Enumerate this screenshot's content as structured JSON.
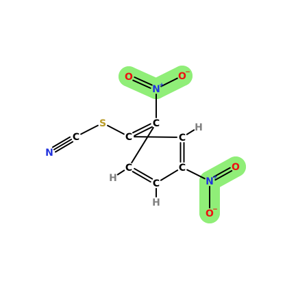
{
  "colors": {
    "background": "#ffffff",
    "bond": "#000000",
    "highlight": "#90ee78",
    "carbon": "#000000",
    "hydrogen": "#808080",
    "nitrogen": "#2233dd",
    "oxygen": "#ee1111",
    "sulfur": "#b89b28"
  },
  "atoms": [
    {
      "id": "c1",
      "label": "C",
      "element": "carbon"
    },
    {
      "id": "c2",
      "label": "C",
      "element": "carbon"
    },
    {
      "id": "c3",
      "label": "C",
      "element": "carbon"
    },
    {
      "id": "c4",
      "label": "C",
      "element": "carbon"
    },
    {
      "id": "c5",
      "label": "C",
      "element": "carbon"
    },
    {
      "id": "c6",
      "label": "C",
      "element": "carbon"
    },
    {
      "id": "s",
      "label": "S",
      "element": "sulfur"
    },
    {
      "id": "c-cn",
      "label": "C",
      "element": "carbon"
    },
    {
      "id": "n-cn",
      "label": "N",
      "element": "nitrogen"
    },
    {
      "id": "n-top",
      "label": "N",
      "charge": "+",
      "element": "nitrogen",
      "highlighted": true
    },
    {
      "id": "o-top-left",
      "label": "O",
      "element": "oxygen",
      "highlighted": true
    },
    {
      "id": "o-top-right",
      "label": "O",
      "charge": "−",
      "element": "oxygen",
      "highlighted": true
    },
    {
      "id": "n-right",
      "label": "N",
      "charge": "+",
      "element": "nitrogen",
      "highlighted": true
    },
    {
      "id": "o-right",
      "label": "O",
      "element": "oxygen",
      "highlighted": true
    },
    {
      "id": "o-bottom",
      "label": "O",
      "charge": "−",
      "element": "oxygen",
      "highlighted": true
    },
    {
      "id": "h-c3",
      "label": "H",
      "element": "hydrogen"
    },
    {
      "id": "h-c5",
      "label": "H",
      "element": "hydrogen"
    },
    {
      "id": "h-c6",
      "label": "H",
      "element": "hydrogen"
    }
  ],
  "bonds": [
    {
      "from": "c1",
      "to": "c2",
      "order": 2
    },
    {
      "from": "c2",
      "to": "c3",
      "order": 1
    },
    {
      "from": "c3",
      "to": "c4",
      "order": 2
    },
    {
      "from": "c4",
      "to": "c5",
      "order": 1
    },
    {
      "from": "c5",
      "to": "c6",
      "order": 2
    },
    {
      "from": "c6",
      "to": "c1",
      "order": 1
    },
    {
      "from": "c2",
      "to": "s",
      "order": 1
    },
    {
      "from": "s",
      "to": "c-cn",
      "order": 1
    },
    {
      "from": "c-cn",
      "to": "n-cn",
      "order": 3
    },
    {
      "from": "c1",
      "to": "n-top",
      "order": 1
    },
    {
      "from": "n-top",
      "to": "o-top-left",
      "order": 2
    },
    {
      "from": "n-top",
      "to": "o-top-right",
      "order": 1
    },
    {
      "from": "c4",
      "to": "n-right",
      "order": 1
    },
    {
      "from": "n-right",
      "to": "o-right",
      "order": 2
    },
    {
      "from": "n-right",
      "to": "o-bottom",
      "order": 1
    },
    {
      "from": "c3",
      "to": "h-c3",
      "order": 1
    },
    {
      "from": "c5",
      "to": "h-c5",
      "order": 1
    },
    {
      "from": "c6",
      "to": "h-c6",
      "order": 1
    }
  ]
}
